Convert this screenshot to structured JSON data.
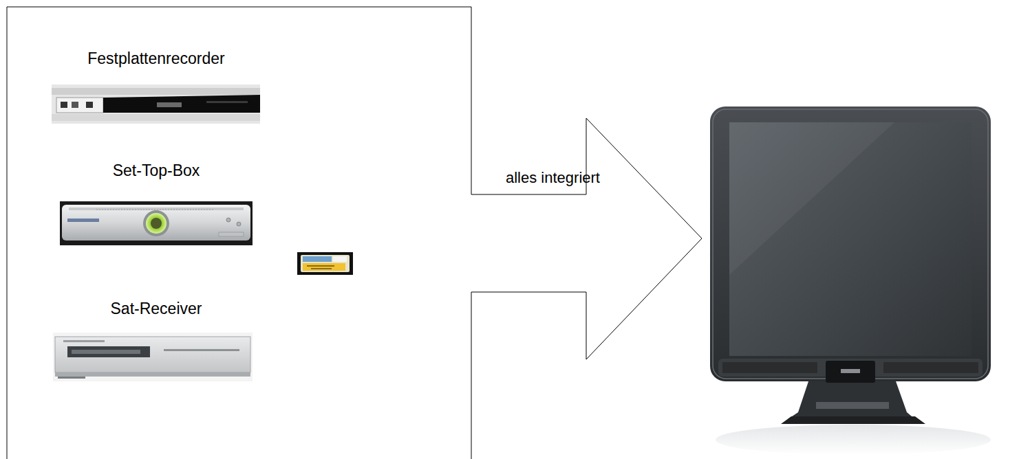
{
  "diagram": {
    "nodes": [
      {
        "text": [
          "alles integriert"
        ]
      }
    ],
    "labels": [
      "Festplattenrecorder",
      "Set-Top-Box",
      "Sat-Receiver"
    ]
  }
}
